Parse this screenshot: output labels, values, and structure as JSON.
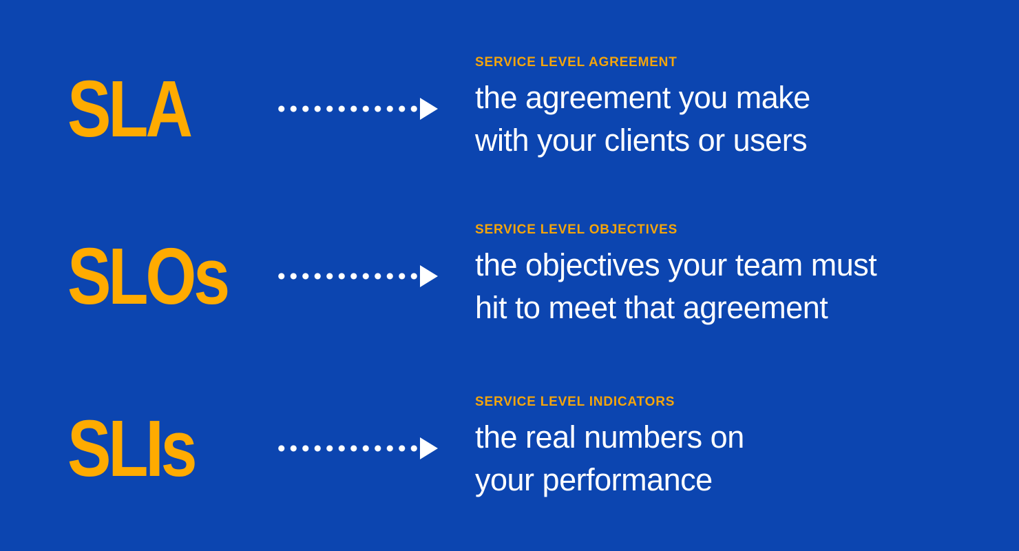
{
  "poster": {
    "colors": {
      "background": "#0C45B0",
      "accent": "#FFAB00",
      "label": "#F5A50B",
      "text": "#FFFFFF"
    },
    "rows": [
      {
        "term": "SLA",
        "label": "SERVICE LEVEL AGREEMENT",
        "line1": "the agreement you make",
        "line2": "with your clients or users"
      },
      {
        "term": "SLOs",
        "label": "SERVICE LEVEL OBJECTIVES",
        "line1": "the objectives your team must",
        "line2": "hit to meet that agreement"
      },
      {
        "term": "SLIs",
        "label": "SERVICE LEVEL INDICATORS",
        "line1": "the real numbers on",
        "line2": "your performance"
      }
    ]
  }
}
